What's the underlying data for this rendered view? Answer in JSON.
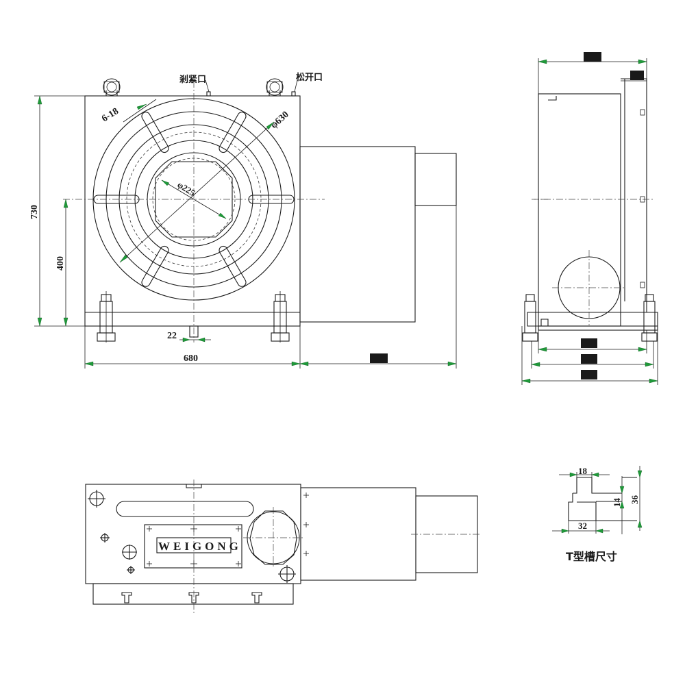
{
  "labels": {
    "clamp_port": "剎紧口",
    "release_port": "松开口",
    "holes": "6-18",
    "dia_outer": "φ630",
    "dia_inner": "φ225",
    "height_total": "730",
    "center_height": "400",
    "width": "680",
    "key_width": "22",
    "brand": "WEIGONG",
    "tslot_width": "18",
    "tslot_depth": "14",
    "tslot_height": "36",
    "tslot_bottom": "32",
    "tslot_title": "T型槽尺寸"
  },
  "colors": {
    "line": "#1a1a1a",
    "arrow": "#1f9a3a",
    "redacted": "#1a1a1a"
  }
}
